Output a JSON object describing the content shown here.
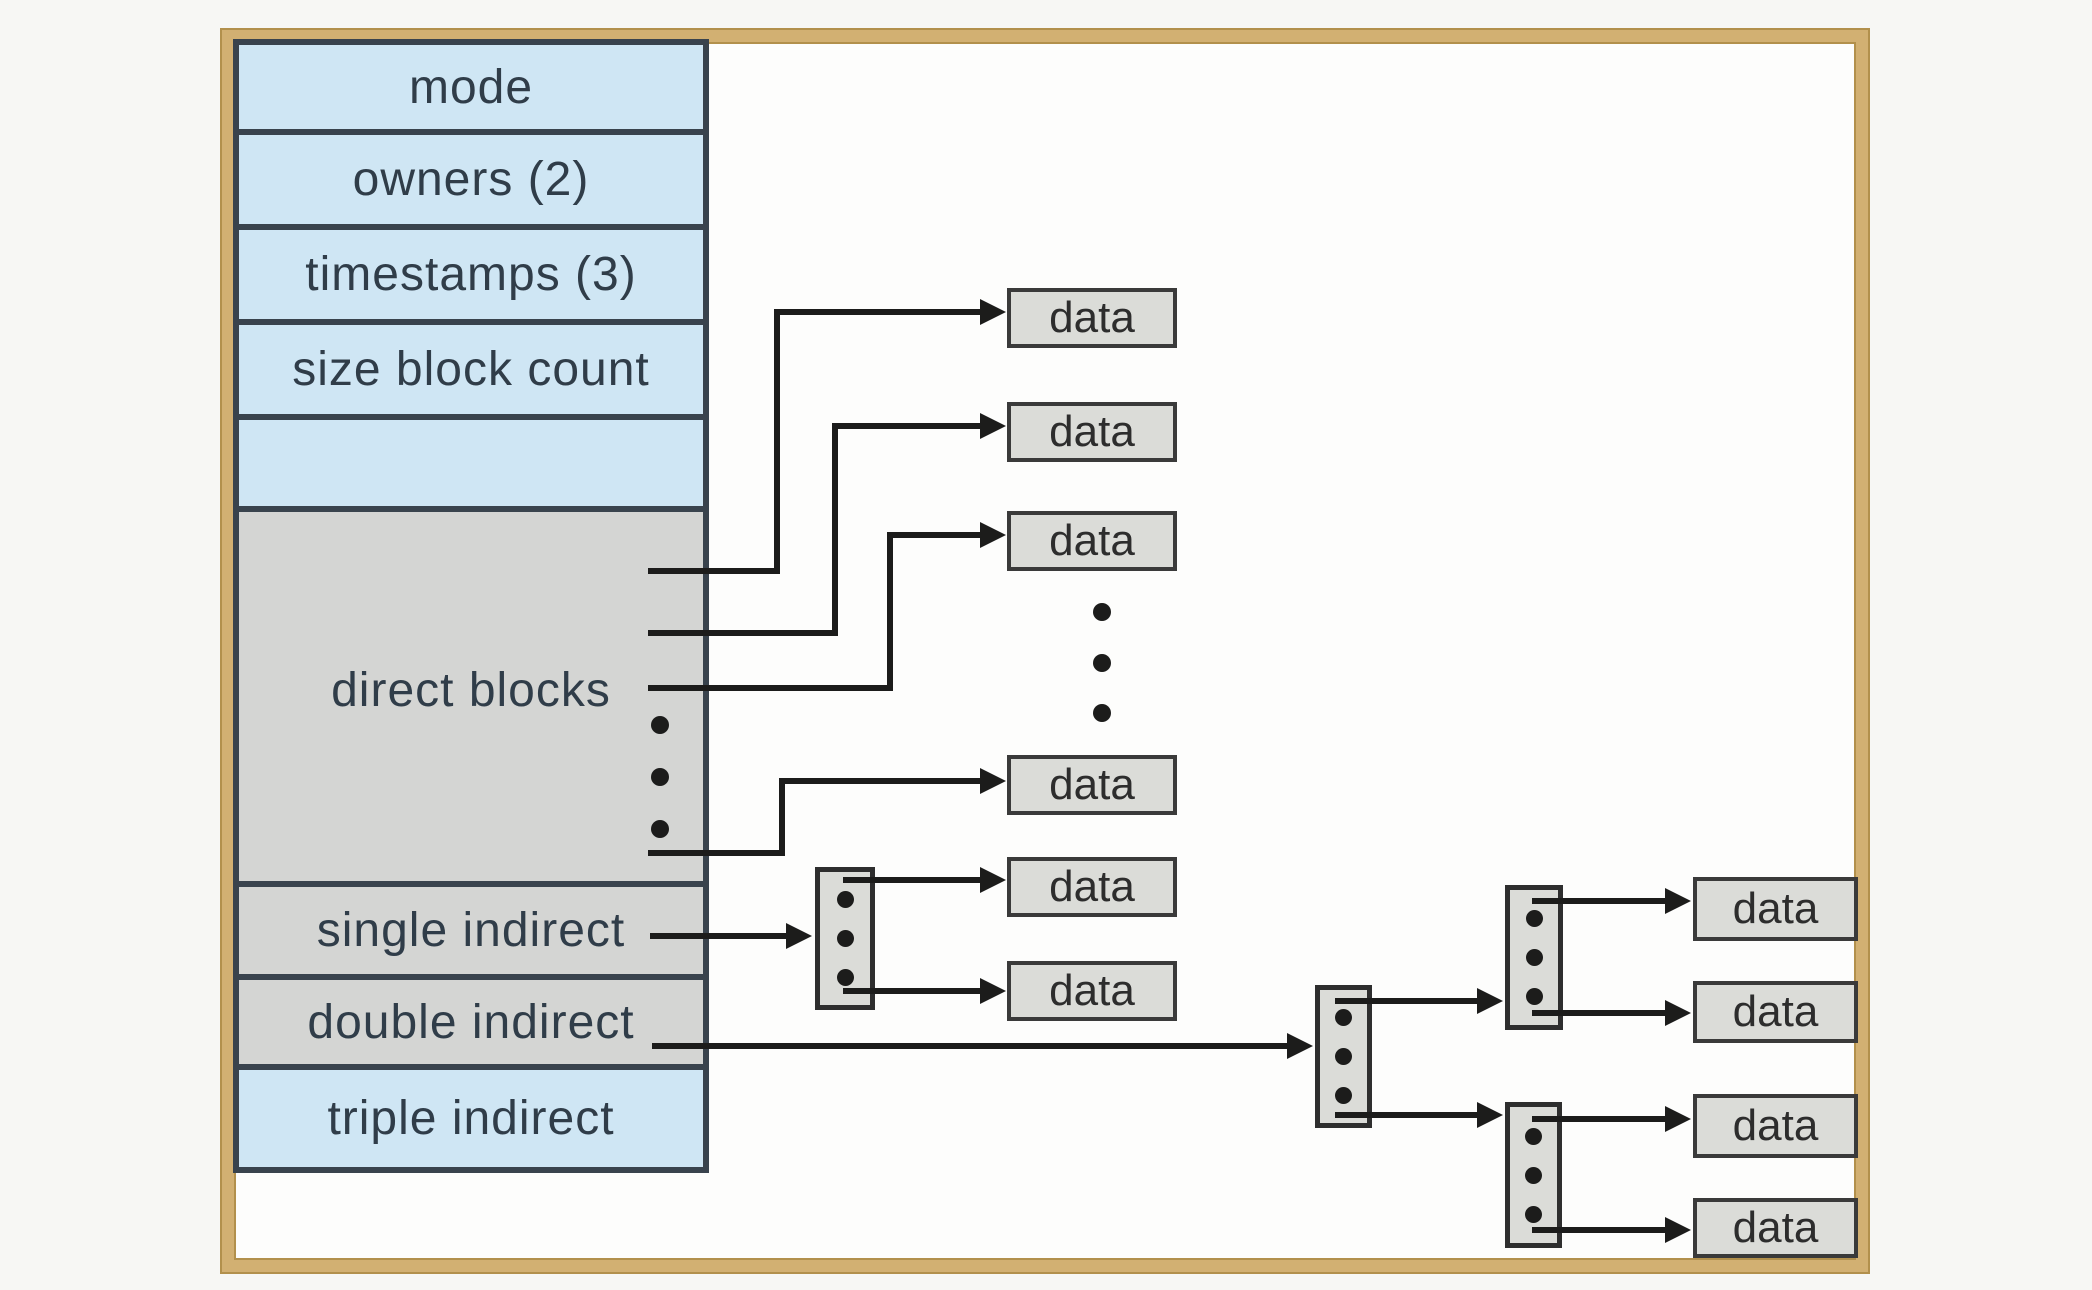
{
  "colors": {
    "page-bg": "#f7f7f4",
    "frame-fill": "#fdfdfc",
    "frame-tan": "#d2b072",
    "frame-edge": "#b2904c",
    "cell-blue": "#cfe6f4",
    "cell-gray": "#d4d5d3",
    "block-fill": "#dbdcd8",
    "block-border": "#3a3a3a",
    "divider": "#39434d",
    "text": "#303d49",
    "line": "#1c1c1b"
  },
  "inode": {
    "rows": [
      {
        "label": "mode"
      },
      {
        "label": "owners (2)"
      },
      {
        "label": "timestamps (3)"
      },
      {
        "label": "size block count"
      },
      {
        "label": ""
      },
      {
        "label": "direct blocks"
      },
      {
        "label": "single indirect"
      },
      {
        "label": "double indirect"
      },
      {
        "label": "triple indirect"
      }
    ]
  },
  "blocks": {
    "data_label": "data"
  }
}
